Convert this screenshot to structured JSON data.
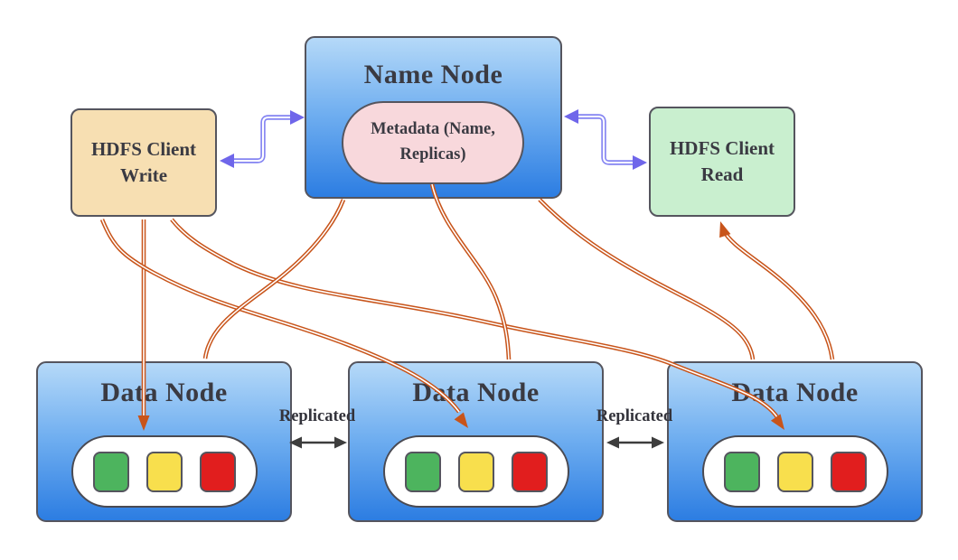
{
  "name_node": {
    "title": "Name Node",
    "metadata": {
      "line1": "Metadata (Name,",
      "line2": "Replicas)"
    }
  },
  "clients": {
    "write": {
      "line1": "HDFS Client",
      "line2": "Write"
    },
    "read": {
      "line1": "HDFS Client",
      "line2": "Read"
    }
  },
  "data_nodes": [
    {
      "title": "Data Node",
      "blocks": [
        "green",
        "yellow",
        "red"
      ]
    },
    {
      "title": "Data Node",
      "blocks": [
        "green",
        "yellow",
        "red"
      ]
    },
    {
      "title": "Data Node",
      "blocks": [
        "green",
        "yellow",
        "red"
      ]
    }
  ],
  "replication": {
    "label1": "Replicated",
    "label2": "Replicated"
  },
  "colors": {
    "text": "#3a3a42",
    "node_gradient_top": "#B5D9F8",
    "node_gradient_bottom": "#2C7DE2",
    "client_write_fill": "#F7DFB2",
    "client_read_fill": "#C9EFCF",
    "metadata_fill": "#F8D8DC",
    "block_green": "#4DB45E",
    "block_yellow": "#F8DF4D",
    "block_red": "#E11E1E",
    "connector_orange": "#C8541A",
    "connector_purple": "#8484F2",
    "purple_head": "#6F66EA",
    "replicated_arrow": "#3d3d3d"
  }
}
